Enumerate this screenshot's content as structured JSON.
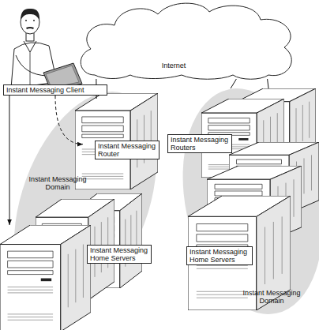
{
  "diagram": {
    "nodes": [
      {
        "text": [
          "Internet"
        ]
      },
      {
        "text": [
          "Instant Messaging Client"
        ]
      },
      {
        "text": [
          "Instant Messaging Domain"
        ]
      },
      {
        "text": [
          "Instant Messaging Router"
        ],
        "in": 2
      },
      {
        "text": [
          "Instant Messaging Home Servers"
        ],
        "in": 2
      },
      {
        "text": [
          "Instant Messaging Domain"
        ]
      },
      {
        "text": [
          "Instant Messaging Routers"
        ],
        "in": 5
      },
      {
        "text": [
          "Instant Messaging Home Servers"
        ],
        "in": 5
      }
    ],
    "edges": [
      {
        "from": 1,
        "to": 3,
        "arrow": "to"
      },
      {
        "from": 1,
        "to": 4,
        "arrow": "to"
      },
      {
        "from": 0,
        "to": 3,
        "arrow": "none"
      },
      {
        "from": 0,
        "to": 6,
        "arrow": "none"
      },
      {
        "from": 0,
        "to": 6,
        "arrow": "none"
      }
    ]
  }
}
